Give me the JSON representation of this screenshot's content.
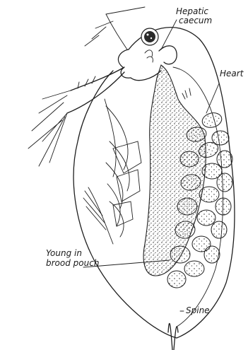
{
  "labels": {
    "hepatic_caecum": "Hepatic caecum",
    "heart": "Heart",
    "young_brood_line1": "Young in",
    "young_brood_line2": "brood pouch",
    "spine": "Spine"
  }
}
